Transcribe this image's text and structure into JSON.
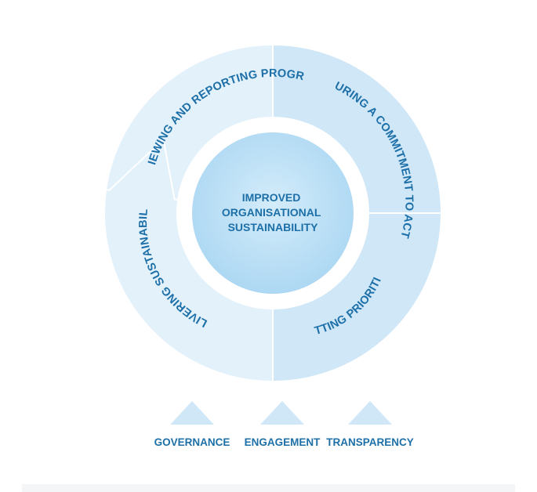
{
  "colors": {
    "arrow_fill": "#cfe7f7",
    "arrow_fill_light": "#e3f1fb",
    "center_fill": "#bfe1f5",
    "text": "#1d6fa8"
  },
  "cycle": {
    "center_lines": [
      "IMPROVED",
      "ORGANISATIONAL",
      "SUSTAINABILITY"
    ],
    "stages": [
      {
        "label": "REVIEWING AND REPORTING PROGRESS"
      },
      {
        "label": "SECURING A COMMITMENT TO ACTION"
      },
      {
        "label": "SETTING PRIORITIES"
      },
      {
        "label": "DELIVERING SUSTAINABILITY"
      }
    ]
  },
  "pillars": [
    {
      "label": "GOVERNANCE"
    },
    {
      "label": "ENGAGEMENT"
    },
    {
      "label": "TRANSPARENCY"
    }
  ]
}
